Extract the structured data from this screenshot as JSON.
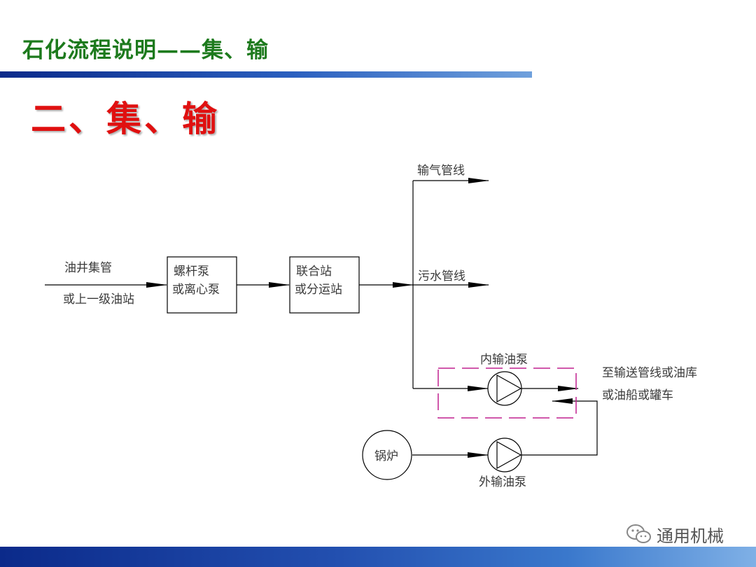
{
  "header": {
    "title": "石化流程说明——集、输"
  },
  "section": {
    "title": "二、集、输"
  },
  "diagram": {
    "inlet_line1": "油井集管",
    "inlet_line2": "或上一级油站",
    "box1_line1": "螺杆泵",
    "box1_line2": "或离心泵",
    "box2_line1": "联合站",
    "box2_line2": "或分运站",
    "gas_line": "输气管线",
    "sewage_line": "污水管线",
    "inner_pump": "内输油泵",
    "outer_pump": "外输油泵",
    "boiler": "锅炉",
    "dest_line1": "至输送管线或油库",
    "dest_line2": "或油船或罐车"
  },
  "watermark": {
    "text": "通用机械"
  },
  "colors": {
    "header_title": "#1d7a1d",
    "section_title": "#e01010",
    "bar_dark": "#0b2a8a",
    "bar_light": "#7fb0e6",
    "dashed_box": "#c0208f"
  }
}
